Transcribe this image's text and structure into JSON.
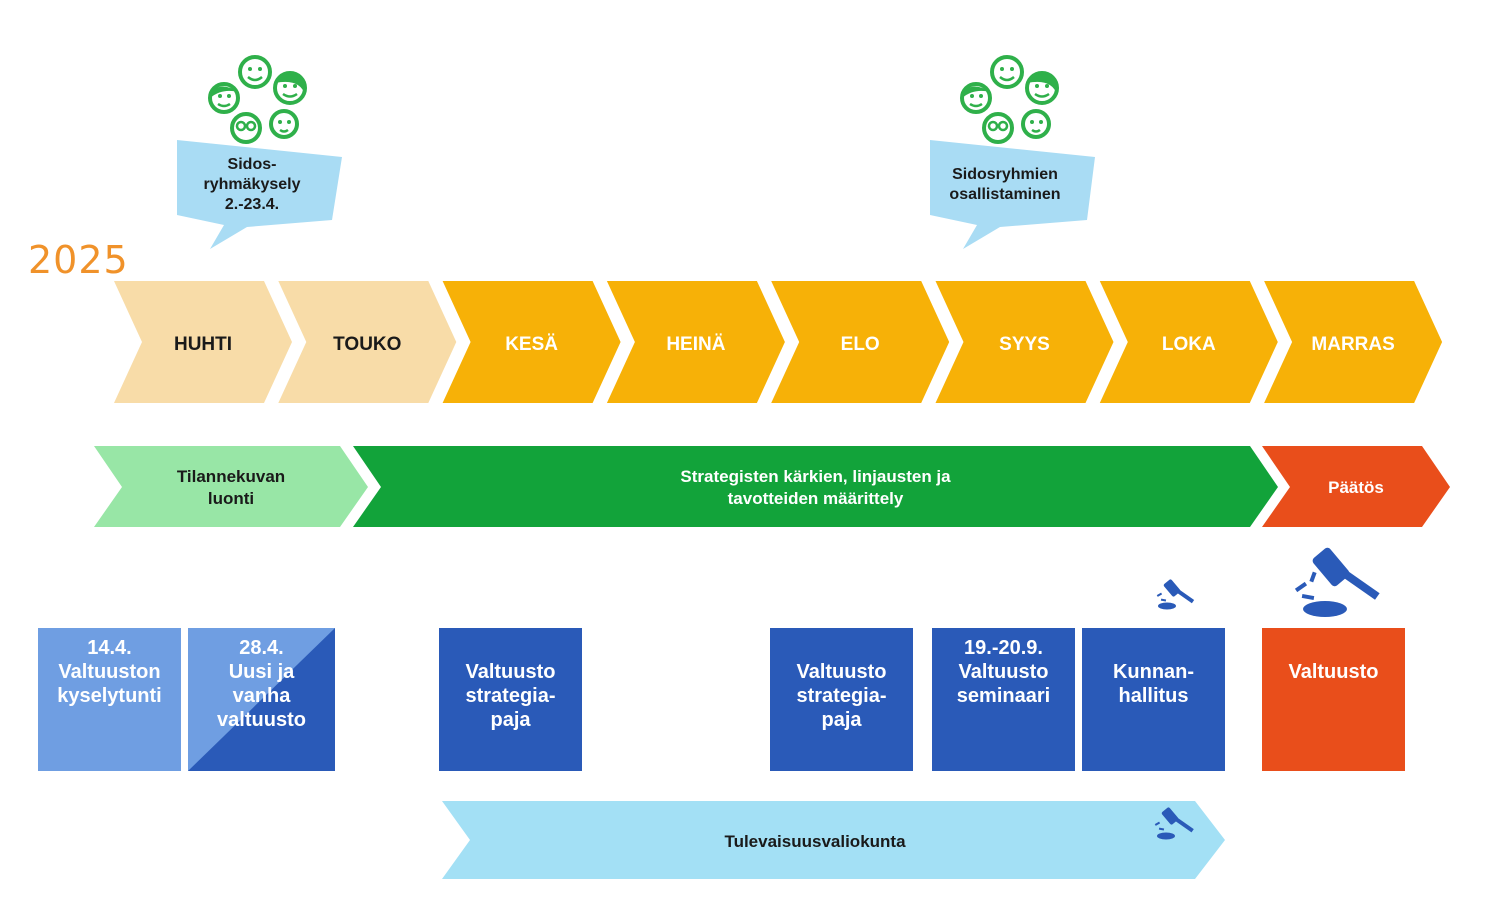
{
  "year": "2025",
  "months": [
    {
      "label": "HUHTI",
      "color": "#f8dca8",
      "text_color": "#1a1a1a"
    },
    {
      "label": "TOUKO",
      "color": "#f8dca8",
      "text_color": "#1a1a1a"
    },
    {
      "label": "KESÄ",
      "color": "#f7b107",
      "text_color": "#ffffff"
    },
    {
      "label": "HEINÄ",
      "color": "#f7b107",
      "text_color": "#ffffff"
    },
    {
      "label": "ELO",
      "color": "#f7b107",
      "text_color": "#ffffff"
    },
    {
      "label": "SYYS",
      "color": "#f7b107",
      "text_color": "#ffffff"
    },
    {
      "label": "LOKA",
      "color": "#f7b107",
      "text_color": "#ffffff"
    },
    {
      "label": "MARRAS",
      "color": "#f7b107",
      "text_color": "#ffffff"
    }
  ],
  "phases": [
    {
      "lines": [
        "Tilannekuvan",
        "luonti"
      ],
      "color": "#98e6a6",
      "text_color": "#1a1a1a"
    },
    {
      "lines": [
        "Strategisten kärkien, linjausten ja",
        "tavotteiden määrittely"
      ],
      "color": "#12a33a",
      "text_color": "#ffffff"
    },
    {
      "lines": [
        "Päätös"
      ],
      "color": "#e94e1b",
      "text_color": "#ffffff"
    }
  ],
  "bubbles": [
    {
      "lines": [
        "Sidos-",
        "ryhmäkysely",
        "2.-23.4."
      ],
      "icon": "stakeholder-faces-icon"
    },
    {
      "lines": [
        "Sidosryhmien",
        "osallistaminen"
      ],
      "icon": "stakeholder-faces-icon"
    }
  ],
  "events": [
    {
      "lines": [
        "14.4.",
        "Valtuuston",
        "kyselytunti"
      ],
      "color": "#6f9ee2"
    },
    {
      "lines": [
        "28.4.",
        "Uusi ja",
        "vanha",
        "valtuusto"
      ],
      "color": "#6f9ee2",
      "color2": "#2a5ab8"
    },
    {
      "lines": [
        "Valtuusto",
        "strategia-",
        "paja"
      ],
      "color": "#2a5ab8"
    },
    {
      "lines": [
        "Valtuusto",
        "strategia-",
        "paja"
      ],
      "color": "#2a5ab8"
    },
    {
      "lines": [
        "19.-20.9.",
        "Valtuusto",
        "seminaari"
      ],
      "color": "#2a5ab8"
    },
    {
      "lines": [
        "Kunnan-",
        "hallitus"
      ],
      "color": "#2a5ab8",
      "icon": "gavel-icon"
    },
    {
      "lines": [
        "Valtuusto"
      ],
      "color": "#e94e1b",
      "icon": "gavel-icon"
    }
  ],
  "committee": {
    "label": "Tulevaisuusvaliokunta",
    "color": "#a3e0f5",
    "icon": "gavel-icon"
  },
  "colors": {
    "gavel": "#2a5ab8",
    "faces": "#2fb04a",
    "bubble": "#a9dcf4"
  }
}
